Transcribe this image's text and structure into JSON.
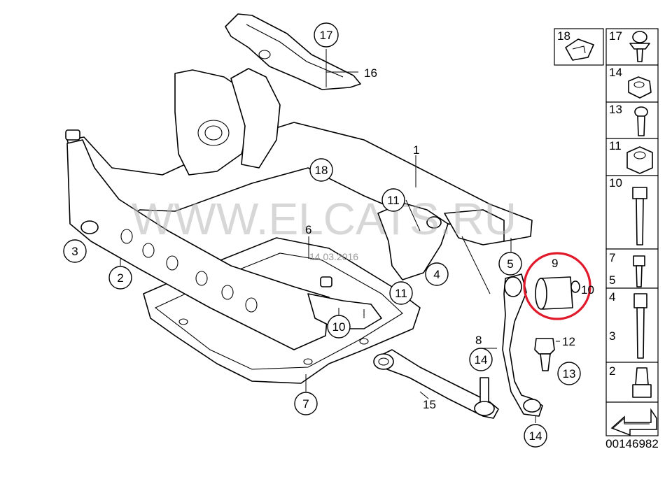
{
  "watermark": "WWW.ELCATS.RU",
  "date_stamp": "14.03.2016",
  "diagram_id": "00146982",
  "highlight_color": "#e0192b",
  "callouts_circled": {
    "c2": "2",
    "c3": "3",
    "c4": "4",
    "c5": "5",
    "c7": "7",
    "c10a": "10",
    "c11a": "11",
    "c11b": "11",
    "c13": "13",
    "c14a": "14",
    "c14b": "14",
    "c17": "17",
    "c18": "18"
  },
  "callouts_plain": {
    "p1": "1",
    "p6": "6",
    "p8": "8",
    "p9": "9",
    "p10": "10",
    "p12": "12",
    "p15": "15",
    "p16": "16"
  },
  "legend": {
    "r18": "18",
    "r17": "17",
    "r14": "14",
    "r13": "13",
    "r11": "11",
    "r10": "10",
    "r7": "7",
    "r5": "5",
    "r4": "4",
    "r3": "3",
    "r2": "2"
  }
}
